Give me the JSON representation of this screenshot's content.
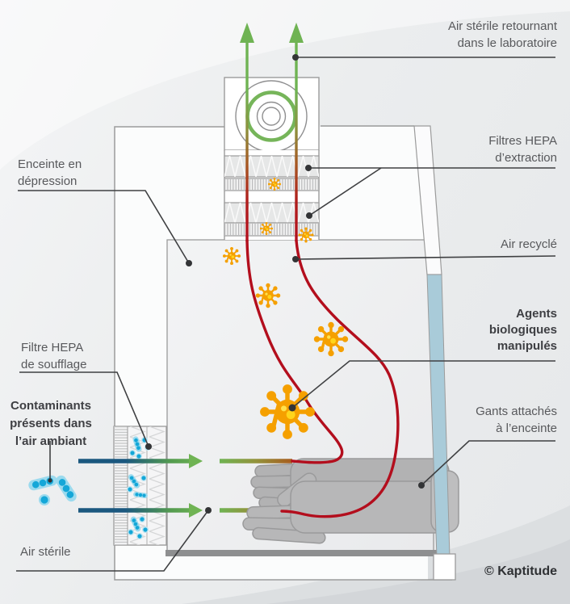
{
  "diagram": {
    "type": "microbiological-safety-cabinet-airflow",
    "labels": {
      "air_sterile_return": "Air stérile retournant\ndans le laboratoire",
      "filtres_hepa_extraction": "Filtres HEPA\nd’extraction",
      "air_recycle": "Air recyclé",
      "agents_biologiques": "Agents\nbiologiques\nmanipulés",
      "gants_attaches": "Gants attachés\nà l’enceinte",
      "enceinte_depression": "Enceinte en\ndépression",
      "filtre_hepa_soufflage": "Filtre HEPA\nde soufflage",
      "contaminants": "Contaminants\nprésents dans\nl’air ambiant",
      "air_sterile": "Air stérile",
      "credit": "© Kaptitude"
    },
    "icons": [
      "fan-icon",
      "hepa-filter-icon",
      "virus-icon",
      "bacteria-icon",
      "glove-icon",
      "up-arrow-icon",
      "right-arrow-icon"
    ],
    "colors": {
      "sterile_air_green": "#6fb353",
      "ambient_air_navy": "#1b587f",
      "contaminated_air_red": "#b30e1d",
      "biological_agent_orange": "#f5a000",
      "agent_core_yellow": "#ffd51c",
      "contaminant_cyan": "#14a7d8",
      "contaminant_halo": "#9bdaee",
      "sash_blue": "#a9cbd9",
      "glove_gray": "#b5b5b6",
      "outline_gray": "#9b9b9b",
      "leader_line": "#3f4042",
      "label_text": "#58595c",
      "label_text_bold": "#3e3f43"
    }
  }
}
